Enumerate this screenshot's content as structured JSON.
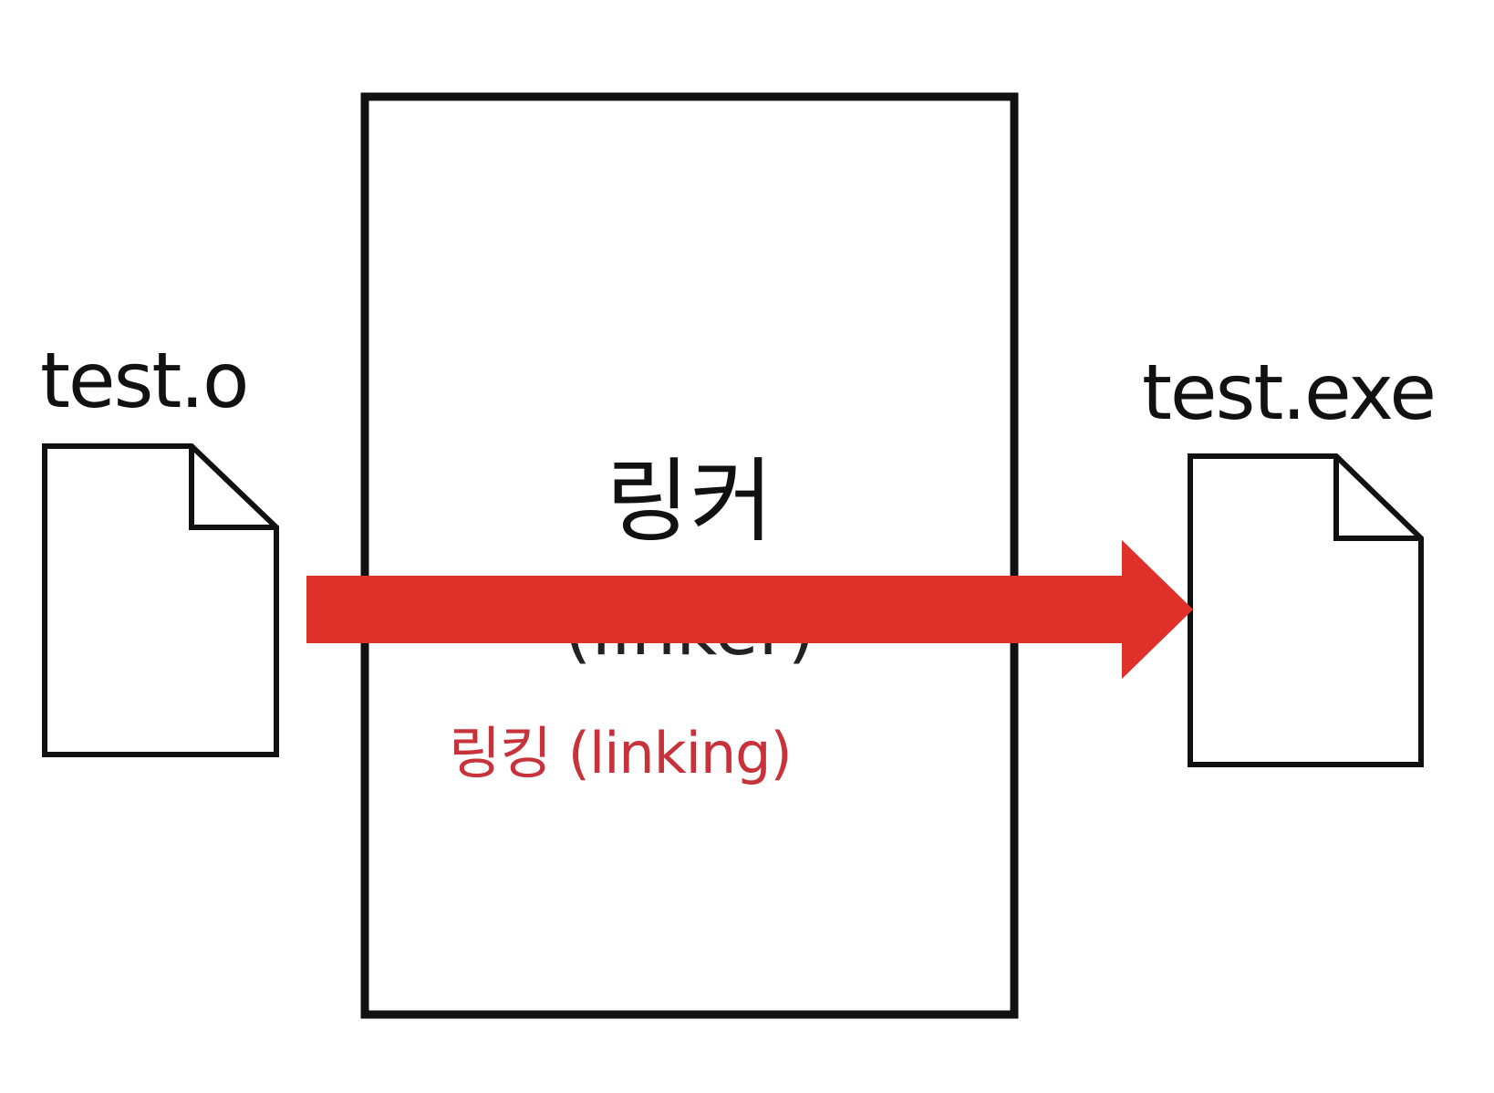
{
  "diagram": {
    "input_file": {
      "label": "test.o",
      "icon": "document-icon"
    },
    "output_file": {
      "label": "test.exe",
      "icon": "document-icon"
    },
    "linker": {
      "title": "링커",
      "subtitle": "(linker)"
    },
    "process": {
      "label": "링킹 (linking)",
      "arrow_icon": "right-arrow-icon"
    },
    "colors": {
      "stroke": "#111111",
      "arrow": "#e0302a",
      "process_text": "#c8323a",
      "background": "#ffffff"
    }
  }
}
